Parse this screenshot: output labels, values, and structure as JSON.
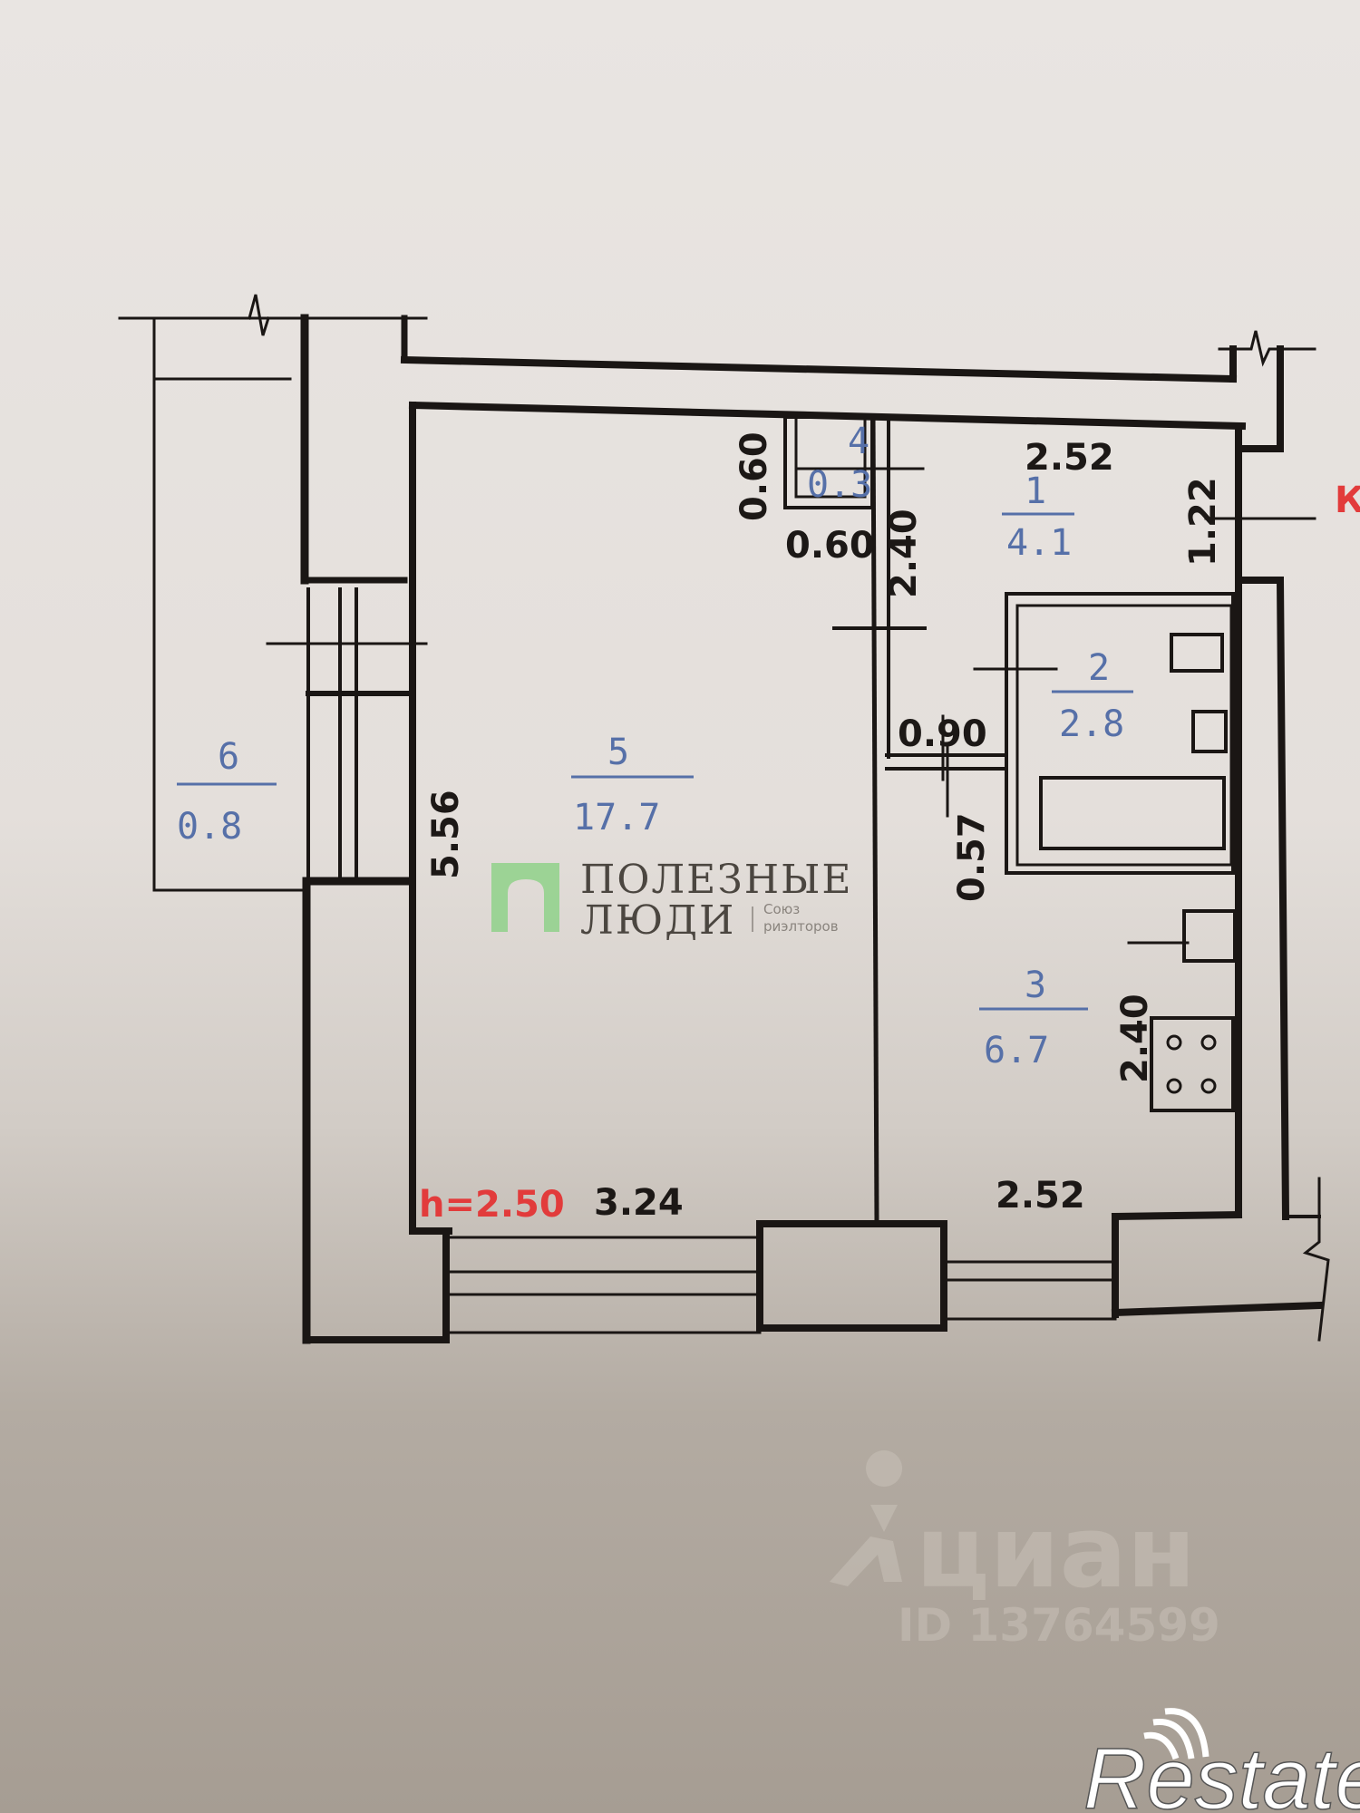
{
  "plan": {
    "rooms": [
      {
        "number": "1",
        "area": "4.1"
      },
      {
        "number": "2",
        "area": "2.8"
      },
      {
        "number": "3",
        "area": "6.7"
      },
      {
        "number": "4",
        "area": "0.3"
      },
      {
        "number": "5",
        "area": "17.7"
      },
      {
        "number": "6",
        "area": "0.8"
      }
    ],
    "dimensions": {
      "closet_height": "0.60",
      "closet_width": "0.60",
      "hall_length": "2.40",
      "hall_width_top": "2.52",
      "entry_width": "1.22",
      "hall_bottom": "0.90",
      "passage": "0.57",
      "room5_length": "5.56",
      "room5_width": "3.24",
      "kitchen_width": "2.52",
      "kitchen_length": "2.40"
    },
    "ceiling_height": "h=2.50",
    "entry_mark": "К",
    "colors": {
      "room_labels": "#5670a8",
      "annotations": "#e23b3b",
      "walls": "#1a1614"
    }
  },
  "watermarks": {
    "agency_line1": "ПОЛЕЗНЫЕ",
    "agency_line2": "ЛЮДИ",
    "agency_sub1": "Союз",
    "agency_sub2": "риэлторов",
    "agency_color": "#8fd18a",
    "cian_name": "циан",
    "cian_id": "ID 13764599",
    "restate": "Restate"
  }
}
